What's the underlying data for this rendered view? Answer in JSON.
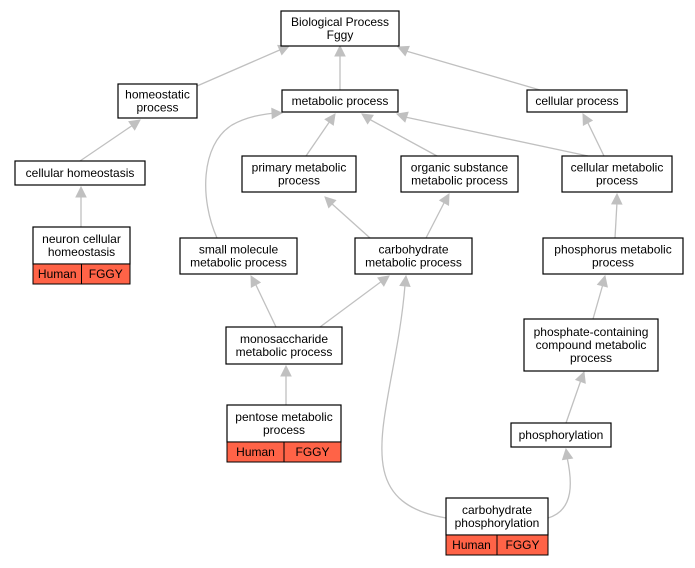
{
  "nodes": {
    "bp": {
      "lines": [
        "Biological Process",
        "Fggy"
      ]
    },
    "homeo": {
      "lines": [
        "homeostatic",
        "process"
      ]
    },
    "met": {
      "lines": [
        "metabolic process"
      ]
    },
    "cell": {
      "lines": [
        "cellular process"
      ]
    },
    "chomeo": {
      "lines": [
        "cellular homeostasis"
      ]
    },
    "primet": {
      "lines": [
        "primary metabolic",
        "process"
      ]
    },
    "orgsub": {
      "lines": [
        "organic substance",
        "metabolic process"
      ]
    },
    "cellmet": {
      "lines": [
        "cellular metabolic",
        "process"
      ]
    },
    "neuron": {
      "lines": [
        "neuron cellular",
        "homeostasis"
      ],
      "annotations": [
        "Human",
        "FGGY"
      ]
    },
    "smallmol": {
      "lines": [
        "small molecule",
        "metabolic process"
      ]
    },
    "carbmet": {
      "lines": [
        "carbohydrate",
        "metabolic process"
      ]
    },
    "phosmet": {
      "lines": [
        "phosphorus metabolic",
        "process"
      ]
    },
    "mono": {
      "lines": [
        "monosaccharide",
        "metabolic process"
      ]
    },
    "phoscomp": {
      "lines": [
        "phosphate-containing",
        "compound metabolic",
        "process"
      ]
    },
    "pentose": {
      "lines": [
        "pentose metabolic",
        "process"
      ],
      "annotations": [
        "Human",
        "FGGY"
      ]
    },
    "phosph": {
      "lines": [
        "phosphorylation"
      ]
    },
    "carbphos": {
      "lines": [
        "carbohydrate",
        "phosphorylation"
      ],
      "annotations": [
        "Human",
        "FGGY"
      ]
    }
  },
  "edges": [
    {
      "from": "homeo",
      "to": "bp"
    },
    {
      "from": "met",
      "to": "bp"
    },
    {
      "from": "cell",
      "to": "bp"
    },
    {
      "from": "chomeo",
      "to": "homeo"
    },
    {
      "from": "neuron",
      "to": "chomeo"
    },
    {
      "from": "primet",
      "to": "met"
    },
    {
      "from": "orgsub",
      "to": "met"
    },
    {
      "from": "cellmet",
      "to": "met"
    },
    {
      "from": "cellmet",
      "to": "cell"
    },
    {
      "from": "smallmol",
      "to": "met"
    },
    {
      "from": "carbmet",
      "to": "primet"
    },
    {
      "from": "carbmet",
      "to": "orgsub"
    },
    {
      "from": "phosmet",
      "to": "cellmet"
    },
    {
      "from": "mono",
      "to": "smallmol"
    },
    {
      "from": "mono",
      "to": "carbmet"
    },
    {
      "from": "phoscomp",
      "to": "phosmet"
    },
    {
      "from": "pentose",
      "to": "mono"
    },
    {
      "from": "phosph",
      "to": "phoscomp"
    },
    {
      "from": "carbphos",
      "to": "carbmet"
    },
    {
      "from": "carbphos",
      "to": "phosph"
    }
  ],
  "colors": {
    "annotation_fill": "#ff6347",
    "edge": "#c0c0c0",
    "box_stroke": "#000000"
  }
}
